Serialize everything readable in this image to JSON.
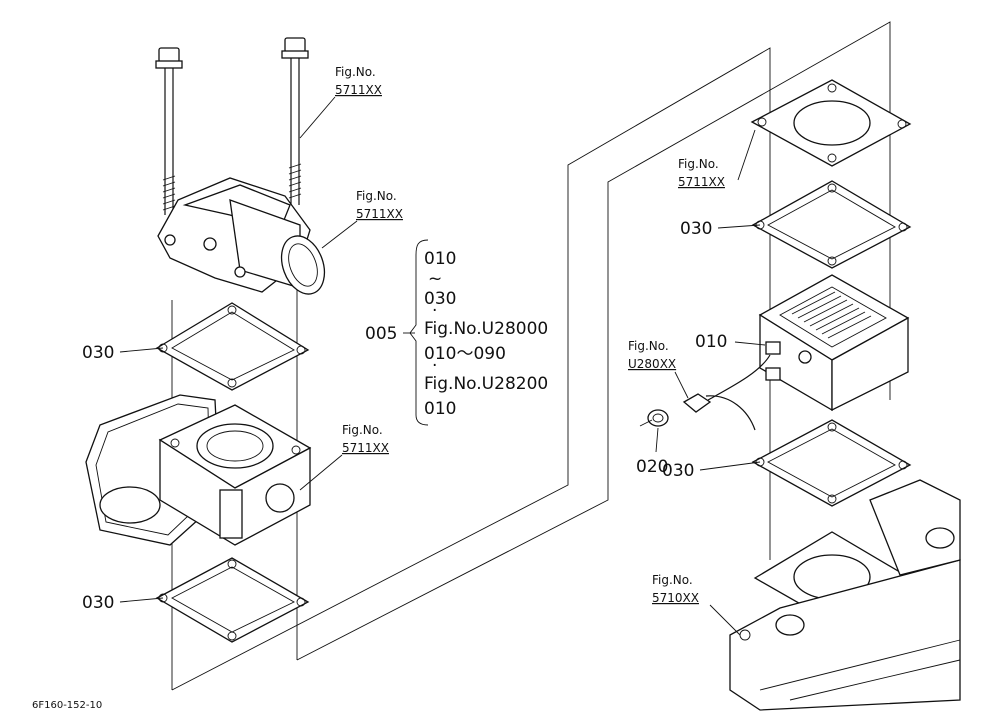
{
  "figure_code": "6F160-152-10",
  "refs": {
    "fig_no_label": "Fig.No.",
    "bolts_ref": "5711XX",
    "elbow_ref": "5711XX",
    "throttle_ref": "5711XX",
    "top_flange_ref": "5711XX",
    "connector_ref": "U280XX",
    "manifold_ref": "5710XX"
  },
  "callouts": {
    "left_gasket_upper": "030",
    "left_gasket_lower": "030",
    "right_gasket_upper": "030",
    "right_gasket_lower": "030",
    "heater": "010",
    "nut": "020",
    "assembly": "005"
  },
  "assembly_list": [
    "010",
    "~",
    "030",
    "·",
    "Fig.No.U28000",
    "010～090",
    "·",
    "Fig.No.U28200",
    "010"
  ]
}
